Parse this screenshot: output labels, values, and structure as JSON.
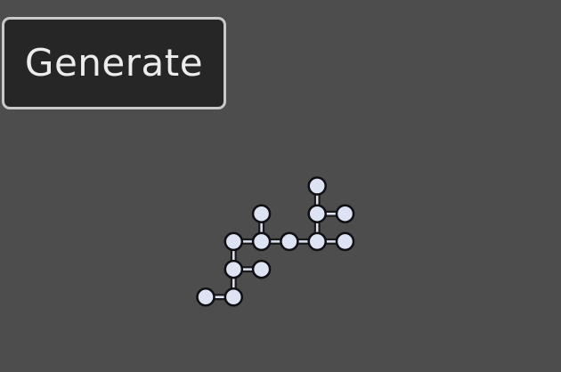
{
  "button": {
    "label": "Generate"
  },
  "graph": {
    "node_color": "#dde3f3",
    "node_outline": "#0f0f14",
    "edge_color": "#1a1a1a",
    "nodes": [
      {
        "id": "n1",
        "col": 4,
        "row": 0
      },
      {
        "id": "n2",
        "col": 2,
        "row": 1
      },
      {
        "id": "n3",
        "col": 4,
        "row": 1
      },
      {
        "id": "n4",
        "col": 5,
        "row": 1
      },
      {
        "id": "n5",
        "col": 1,
        "row": 2
      },
      {
        "id": "n6",
        "col": 2,
        "row": 2
      },
      {
        "id": "n7",
        "col": 3,
        "row": 2
      },
      {
        "id": "n8",
        "col": 4,
        "row": 2
      },
      {
        "id": "n9",
        "col": 5,
        "row": 2
      },
      {
        "id": "n10",
        "col": 1,
        "row": 3
      },
      {
        "id": "n11",
        "col": 2,
        "row": 3
      },
      {
        "id": "n12",
        "col": 0,
        "row": 4
      },
      {
        "id": "n13",
        "col": 1,
        "row": 4
      }
    ],
    "edges": [
      [
        "n1",
        "n3"
      ],
      [
        "n3",
        "n4"
      ],
      [
        "n3",
        "n8"
      ],
      [
        "n2",
        "n6"
      ],
      [
        "n5",
        "n6"
      ],
      [
        "n6",
        "n7"
      ],
      [
        "n7",
        "n8"
      ],
      [
        "n8",
        "n9"
      ],
      [
        "n5",
        "n10"
      ],
      [
        "n10",
        "n11"
      ],
      [
        "n10",
        "n13"
      ],
      [
        "n12",
        "n13"
      ]
    ]
  }
}
